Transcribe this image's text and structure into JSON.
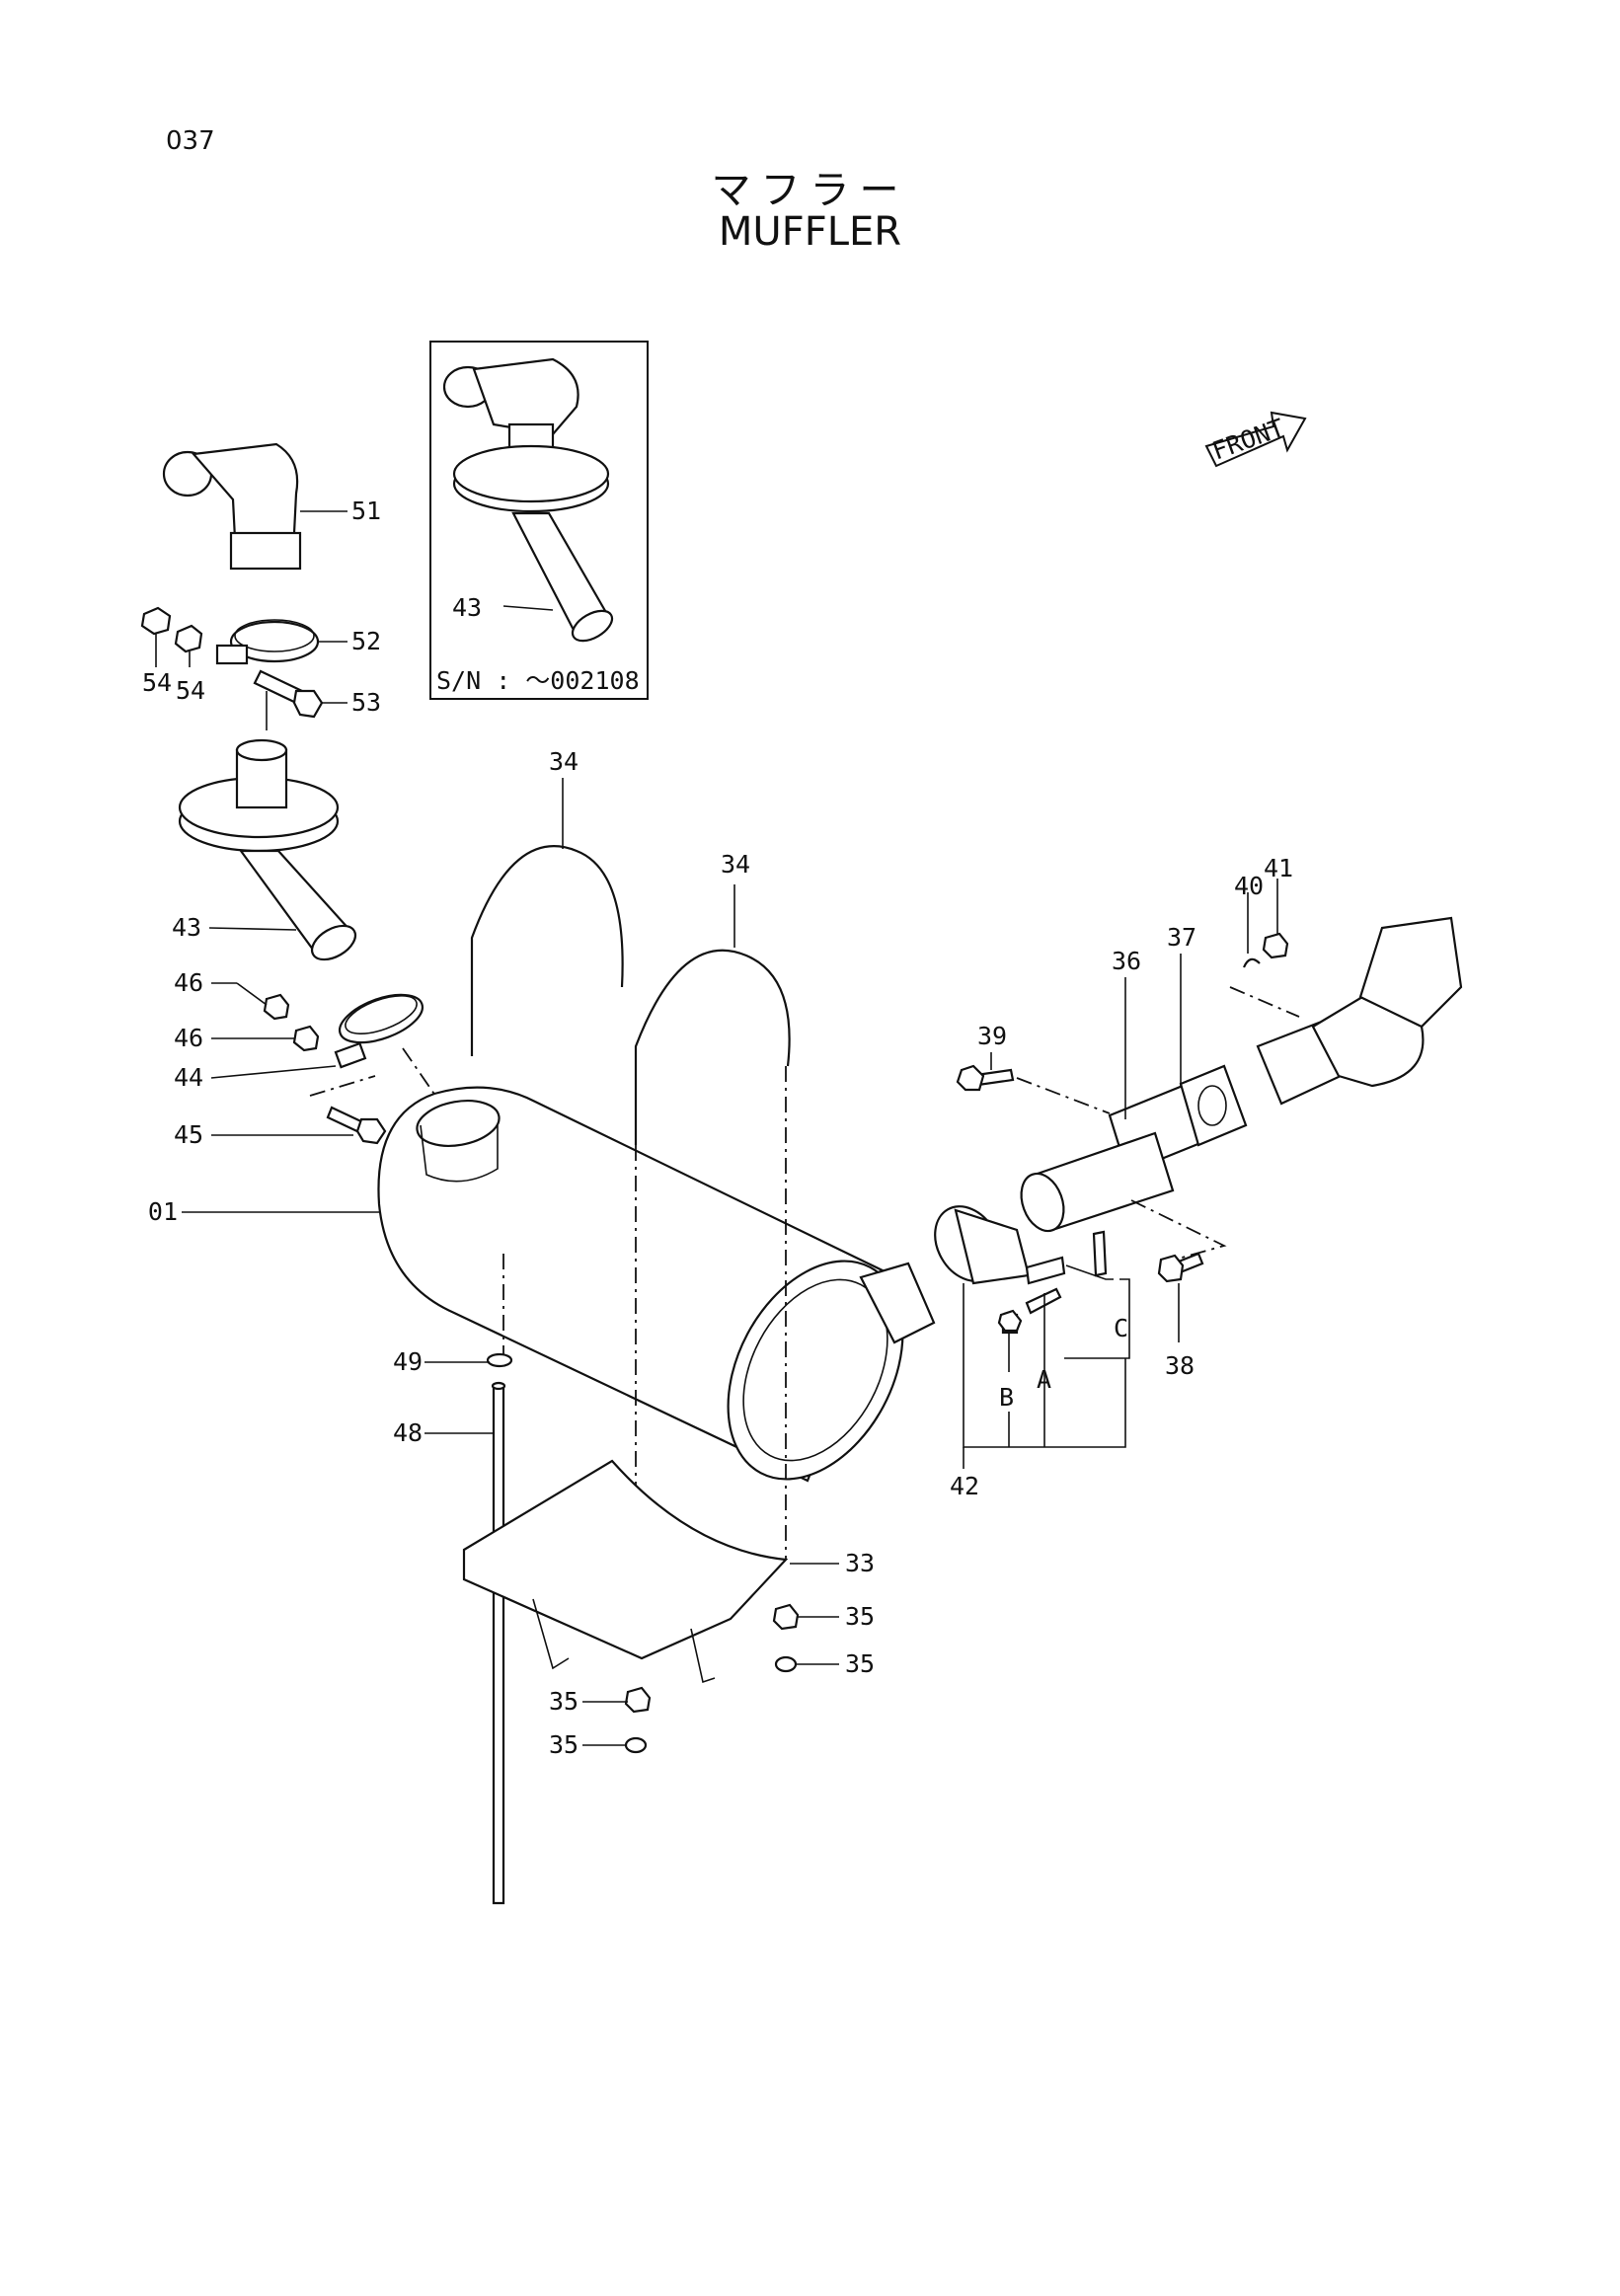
{
  "page_number": "037",
  "title_jp": "マフラー",
  "title_en": "MUFFLER",
  "front_label": "FRONT",
  "serial_note": "S/N : ～002108",
  "callouts": {
    "c51": "51",
    "c52": "52",
    "c53": "53",
    "c54a": "54",
    "c54b": "54",
    "c43a": "43",
    "c43b": "43",
    "c46a": "46",
    "c46b": "46",
    "c44": "44",
    "c45": "45",
    "c01": "01",
    "c49": "49",
    "c48": "48",
    "c34a": "34",
    "c34b": "34",
    "c33": "33",
    "c35a": "35",
    "c35b": "35",
    "c35c": "35",
    "c35d": "35",
    "c39": "39",
    "c36": "36",
    "c37": "37",
    "c40": "40",
    "c41": "41",
    "c38": "38",
    "c42": "42",
    "cA": "A",
    "cB": "B",
    "cC": "C"
  }
}
